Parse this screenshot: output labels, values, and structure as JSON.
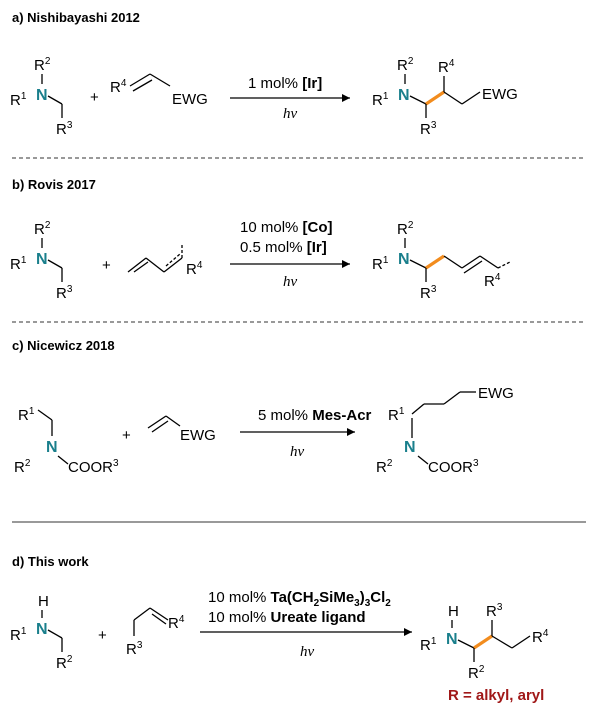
{
  "sections": {
    "a": {
      "title": "a) Nishibayashi 2012",
      "catalyst_line1_prefix": "1 mol%",
      "catalyst_line1_bold": "[Ir]",
      "condition": "hν"
    },
    "b": {
      "title": "b) Rovis 2017",
      "catalyst_line1_prefix": "10 mol%",
      "catalyst_line1_bold": "[Co]",
      "catalyst_line2_prefix": "0.5 mol%",
      "catalyst_line2_bold": "[Ir]",
      "condition": "hν"
    },
    "c": {
      "title": "c) Nicewicz 2018",
      "catalyst_line1_prefix": "5 mol%",
      "catalyst_line1_bold": "Mes-Acr",
      "condition": "hν"
    },
    "d": {
      "title": "d) This work",
      "catalyst_line1_prefix": "10 mol%",
      "catalyst_line1_bold": "Ta(CH2SiMe3)3Cl2",
      "catalyst_line2_prefix": "10 mol%",
      "catalyst_line2_bold": "Ureate ligand",
      "condition": "hν",
      "note": "R = alkyl, aryl"
    }
  },
  "labels": {
    "plus": "+",
    "ewg": "EWG",
    "cooR": "COOR",
    "n": "N",
    "h": "H",
    "r": "R"
  },
  "colors": {
    "nitrogen": "#1a7f8c",
    "highlight_bond": "#f28c1e",
    "note": "#a01818"
  }
}
